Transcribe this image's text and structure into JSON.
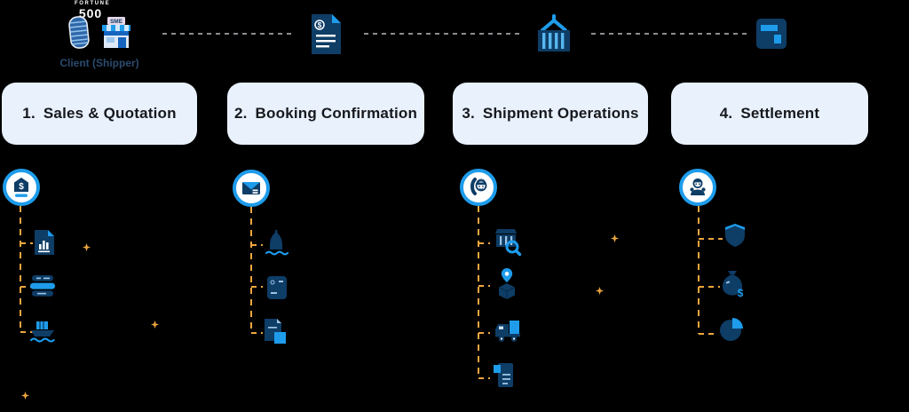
{
  "palette": {
    "background": "#000000",
    "navy": "#0e3d66",
    "bright_blue": "#1e9ceb",
    "orange": "#eda63e",
    "gray_dash": "#8a8f94",
    "card_bg": "#e8f1fc",
    "card_text": "#16181d",
    "client_text": "#2b4a6e"
  },
  "client": {
    "fortune_word": "FORTUNE",
    "fortune_number": "500",
    "sme_sign": "SME",
    "label": "Client (Shipper)",
    "icons": [
      "office-building-icon",
      "sme-store-icon"
    ]
  },
  "top_row_icons": [
    "quotation-document-icon",
    "crane-container-icon",
    "billing-icon"
  ],
  "stages": [
    {
      "number": "1.",
      "label": "Sales & Quotation",
      "badge_icon": "price-tag-dollar-icon",
      "step_icons": [
        "report-document-icon",
        "rate-list-icon",
        "ship-container-icon"
      ]
    },
    {
      "number": "2.",
      "label": "Booking Confirmation",
      "badge_icon": "envelope-icon",
      "step_icons": [
        "vessel-icon",
        "booking-note-icon",
        "confirmation-document-icon"
      ]
    },
    {
      "number": "3.",
      "label": "Shipment Operations",
      "badge_icon": "support-call-icon",
      "step_icons": [
        "container-inspection-icon",
        "location-package-icon",
        "delivery-truck-icon",
        "delivery-receipt-icon"
      ]
    },
    {
      "number": "4.",
      "label": "Settlement",
      "badge_icon": "cashier-icon",
      "step_icons": [
        "shield-icon",
        "money-bag-icon",
        "pie-chart-icon"
      ]
    }
  ]
}
